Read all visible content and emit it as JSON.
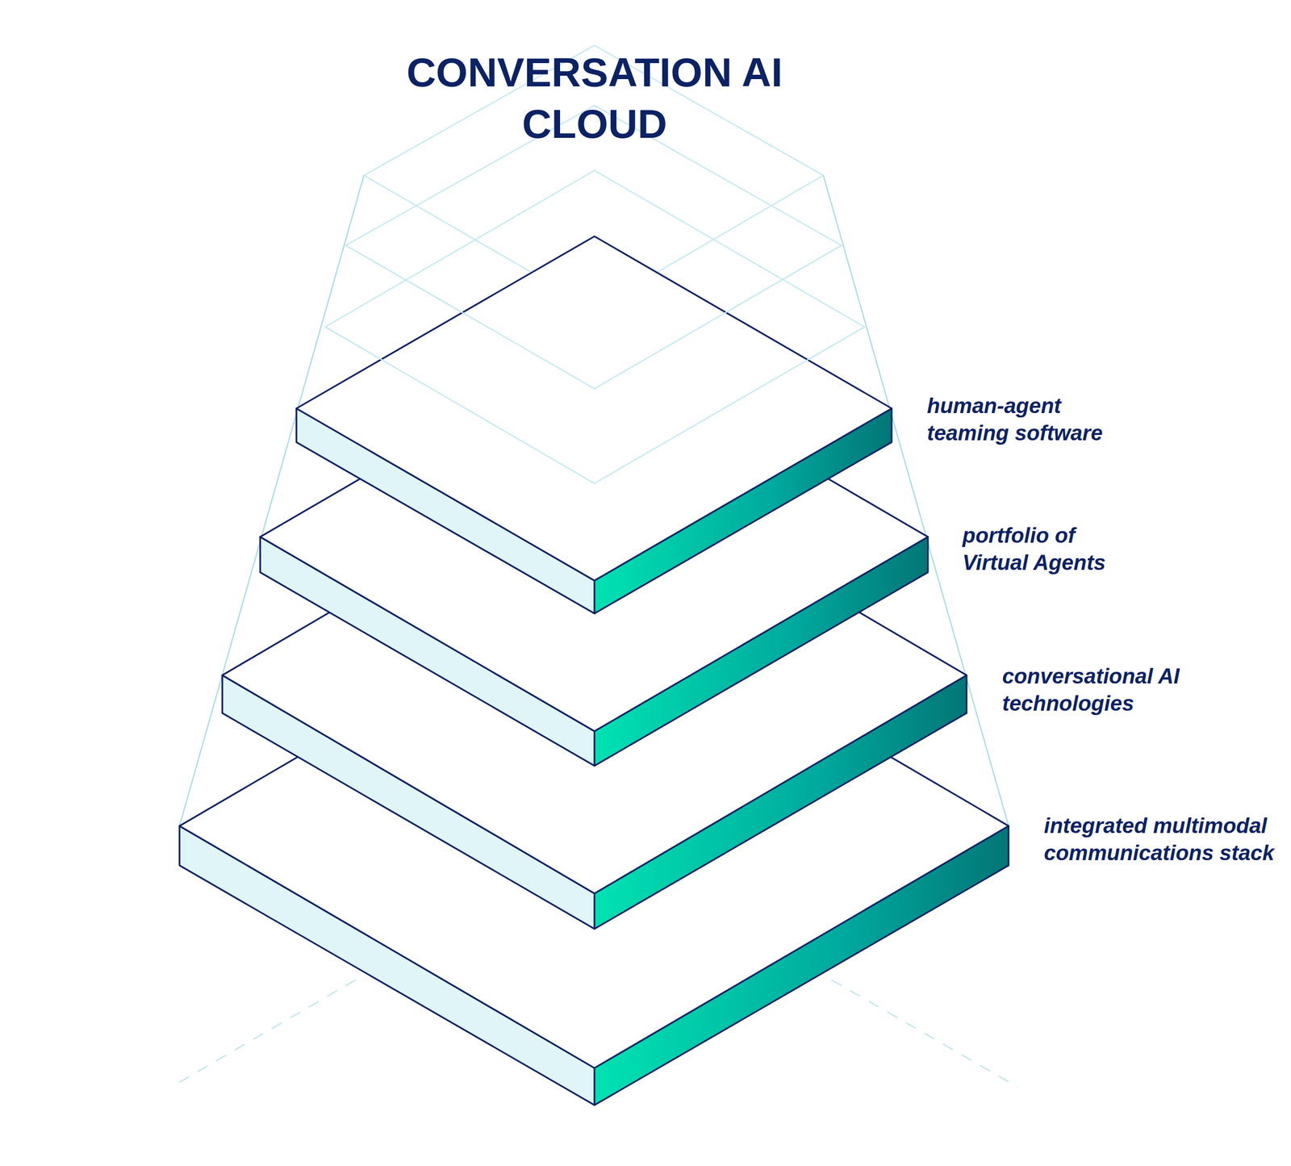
{
  "diagram": {
    "title": "CONVERSATION AI CLOUD",
    "labels": [
      "human-agent teaming software",
      "portfolio of Virtual Agents",
      "conversational AI technologies",
      "integrated multimodal communications stack"
    ]
  }
}
